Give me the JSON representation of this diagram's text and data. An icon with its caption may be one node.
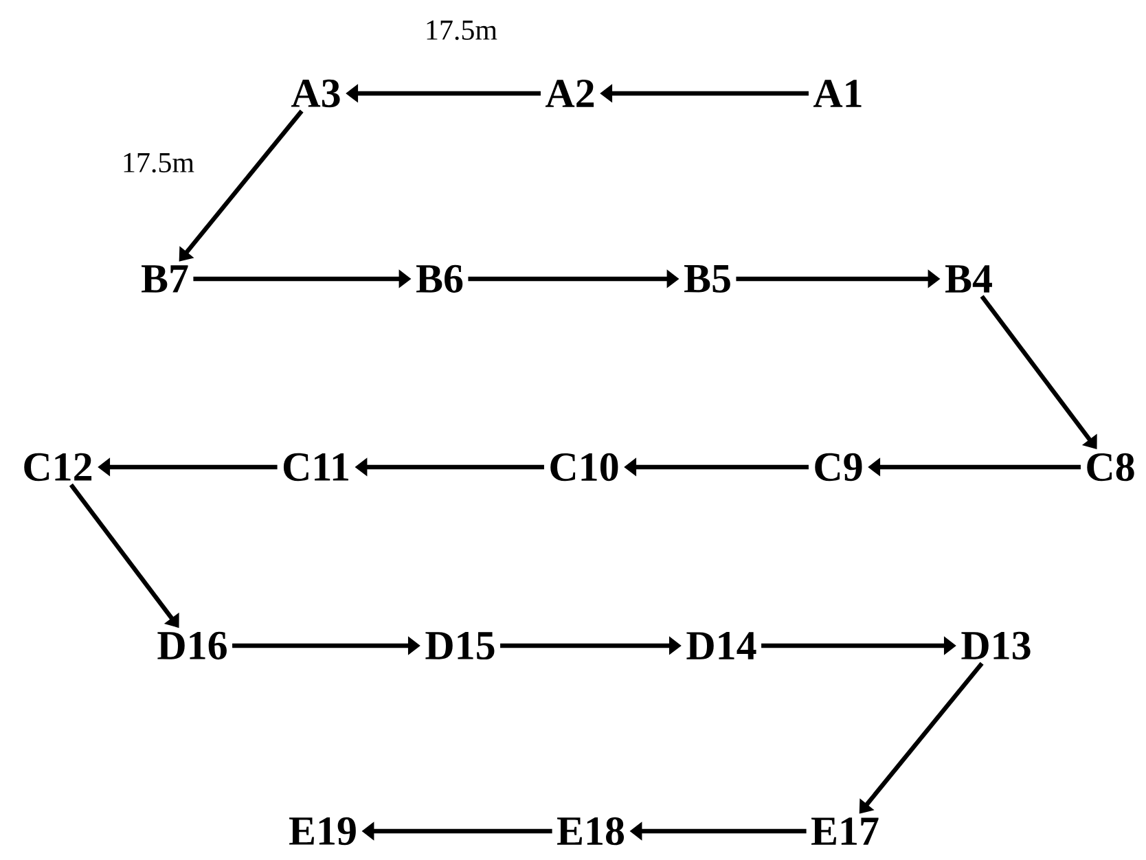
{
  "diagram": {
    "nodes": [
      {
        "text": [
          "A3"
        ]
      },
      {
        "text": [
          "A2"
        ]
      },
      {
        "text": [
          "A1"
        ]
      },
      {
        "text": [
          "B7"
        ]
      },
      {
        "text": [
          "B6"
        ]
      },
      {
        "text": [
          "B5"
        ]
      },
      {
        "text": [
          "B4"
        ]
      },
      {
        "text": [
          "C12"
        ]
      },
      {
        "text": [
          "C11"
        ]
      },
      {
        "text": [
          "C10"
        ]
      },
      {
        "text": [
          "C9"
        ]
      },
      {
        "text": [
          "C8"
        ]
      },
      {
        "text": [
          "D16"
        ]
      },
      {
        "text": [
          "D15"
        ]
      },
      {
        "text": [
          "D14"
        ]
      },
      {
        "text": [
          "D13"
        ]
      },
      {
        "text": [
          "E19"
        ]
      },
      {
        "text": [
          "E18"
        ]
      },
      {
        "text": [
          "E17"
        ]
      }
    ],
    "edges": [
      {
        "from": 2,
        "to": 1,
        "arrow": "to"
      },
      {
        "from": 1,
        "to": 0,
        "arrow": "to",
        "label": "17.5m"
      },
      {
        "from": 0,
        "to": 3,
        "arrow": "to",
        "label": "17.5m"
      },
      {
        "from": 3,
        "to": 4,
        "arrow": "to"
      },
      {
        "from": 4,
        "to": 5,
        "arrow": "to"
      },
      {
        "from": 5,
        "to": 6,
        "arrow": "to"
      },
      {
        "from": 6,
        "to": 11,
        "arrow": "to"
      },
      {
        "from": 11,
        "to": 10,
        "arrow": "to"
      },
      {
        "from": 10,
        "to": 9,
        "arrow": "to"
      },
      {
        "from": 9,
        "to": 8,
        "arrow": "to"
      },
      {
        "from": 8,
        "to": 7,
        "arrow": "to"
      },
      {
        "from": 7,
        "to": 12,
        "arrow": "to"
      },
      {
        "from": 12,
        "to": 13,
        "arrow": "to"
      },
      {
        "from": 13,
        "to": 14,
        "arrow": "to"
      },
      {
        "from": 14,
        "to": 15,
        "arrow": "to"
      },
      {
        "from": 15,
        "to": 18,
        "arrow": "to"
      },
      {
        "from": 18,
        "to": 17,
        "arrow": "to"
      },
      {
        "from": 17,
        "to": 16,
        "arrow": "to"
      }
    ]
  }
}
